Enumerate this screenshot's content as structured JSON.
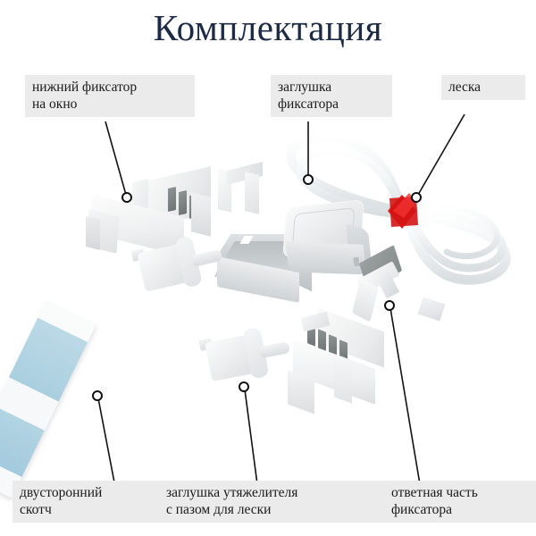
{
  "page": {
    "title": "Комплектация",
    "title_color": "#1c2b45",
    "background": "#ffffff",
    "label_background": "#ebebeb",
    "label_text_color": "#1a1a1a",
    "leader_line_color": "#111111"
  },
  "labels": [
    {
      "id": "nizhniy-fiksator",
      "text": "нижний фиксатор\nна окно",
      "position": "top-left"
    },
    {
      "id": "zaglushka-fiksatora",
      "text": "заглушка\nфиксатора",
      "position": "top-center"
    },
    {
      "id": "leska",
      "text": "леска",
      "position": "top-right"
    },
    {
      "id": "dvustoronniy-skotch",
      "text": "двусторонний\nскотч",
      "position": "bottom-left"
    },
    {
      "id": "zaglushka-utyazhelitelya",
      "text": "заглушка утяжелителя\nс пазом для лески",
      "position": "bottom-center"
    },
    {
      "id": "otvetnaya-chast",
      "text": "ответная часть\nфиксатора",
      "position": "bottom-right"
    }
  ],
  "parts": [
    {
      "id": "bracket-bottom-window",
      "name": "нижний фиксатор на окно",
      "color": "#eceef0"
    },
    {
      "id": "cap-box",
      "name": "заглушка фиксатора",
      "color": "#e7e9ea"
    },
    {
      "id": "open-box",
      "name": "корпус фиксатора",
      "color": "#cfd3d5"
    },
    {
      "id": "fishing-line",
      "name": "леска",
      "color": "#f4f6f7",
      "tie_color": "#e01b1b"
    },
    {
      "id": "double-sided-tape",
      "name": "двусторонний скотч",
      "color": "#a9cfe0"
    },
    {
      "id": "weight-plug-upper",
      "name": "заглушка утяжелителя",
      "color": "#eef0f1"
    },
    {
      "id": "weight-plug-lower",
      "name": "заглушка утяжелителя с пазом для лески",
      "color": "#eef0f1"
    },
    {
      "id": "ratchet-bracket",
      "name": "фиксатор с зубцами",
      "color": "#7e8484"
    },
    {
      "id": "counterpart-bracket",
      "name": "ответная часть фиксатора",
      "color": "#8c9292"
    }
  ]
}
